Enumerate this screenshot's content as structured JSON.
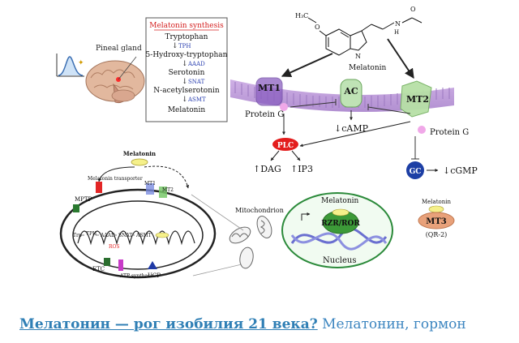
{
  "synthesis": {
    "title": "Melatonin synthesis",
    "steps": [
      "Tryptophan",
      "5-Hydroxy-tryptophan",
      "Serotonin",
      "N-acetylserotonin",
      "Melatonin"
    ],
    "enzymes": [
      "TPH",
      "AAAD",
      "SNAT",
      "ASMT"
    ]
  },
  "pineal_gland_label": "Pineal gland",
  "melatonin_top_label": "Melatonin",
  "structure_atoms": {
    "methoxy": "H₃C",
    "o1": "O",
    "o2": "O",
    "nh": "N",
    "h": "H"
  },
  "receptors": {
    "mt1": "MT1",
    "ac": "AC",
    "mt2": "MT2",
    "protein_g_left": "Protein G",
    "protein_g_right": "Protein G",
    "camp": "↓cAMP",
    "plc": "PLC",
    "dag": "↑DAG",
    "ip3": "↑IP3",
    "gc": "GC",
    "cgmp": "↓cGMP"
  },
  "mt3": {
    "label": "MT3",
    "sub": "(QR-2)",
    "melatonin": "Melatonin"
  },
  "nucleus": {
    "melatonin": "Melatonin",
    "receptor": "RZR/ROR",
    "label": "Nucleus"
  },
  "cell": {
    "melatonin": "Melatonin",
    "transporter": "Melatonin transporter",
    "mt1": "MT1",
    "mt2": "MT2",
    "mptp": "MPTP",
    "chain": [
      "Trp",
      "TPH",
      "AAAD",
      "SNAT",
      "ASMT"
    ],
    "ros": "ROS",
    "etc": "ETC",
    "atp": "ATP synthase",
    "ucp": "UCP"
  },
  "mitochondrion_label": "Mitochondrion",
  "caption": {
    "title": "Мелатонин — рог изобилия 21 века?",
    "rest": " Мелатонин, гормон"
  }
}
